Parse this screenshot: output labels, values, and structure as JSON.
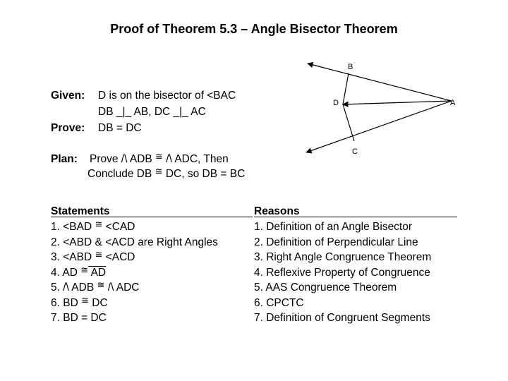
{
  "title": "Proof of Theorem 5.3 – Angle Bisector Theorem",
  "given": {
    "label": "Given:",
    "line1": "D is on the bisector of <BAC",
    "line2": "DB _|_ AB, DC _|_ AC"
  },
  "prove": {
    "label": "Prove:",
    "text": "DB = DC"
  },
  "plan": {
    "label": "Plan:",
    "line1_a": "Prove /\\ ADB ",
    "line1_b": " /\\ ADC, Then",
    "line2_a": "Conclude DB ",
    "line2_b": " DC, so DB = BC"
  },
  "cong_symbol": "≅",
  "diagram": {
    "B": "B",
    "D": "D",
    "A": "A",
    "C": "C"
  },
  "statements": {
    "header": "Statements",
    "rows": [
      {
        "a": "1. <BAD ",
        "b": " <CAD"
      },
      {
        "a": "2. <ABD & <ACD are Right Angles",
        "b": ""
      },
      {
        "a": "3. <ABD ",
        "b": " <ACD"
      },
      {
        "a": "4. AD ",
        "b": " AD"
      },
      {
        "a": "5. /\\ ADB ",
        "b": " /\\ ADC"
      },
      {
        "a": "6. BD ",
        "b": " DC"
      },
      {
        "a": "7. BD = DC",
        "b": ""
      }
    ]
  },
  "reasons": {
    "header": "Reasons",
    "rows": [
      "1. Definition of an Angle Bisector",
      "2. Definition of Perpendicular Line",
      "3. Right Angle Congruence Theorem",
      "4. Reflexive Property of Congruence",
      "5. AAS Congruence Theorem",
      "6. CPCTC",
      "7. Definition of Congruent Segments"
    ]
  }
}
